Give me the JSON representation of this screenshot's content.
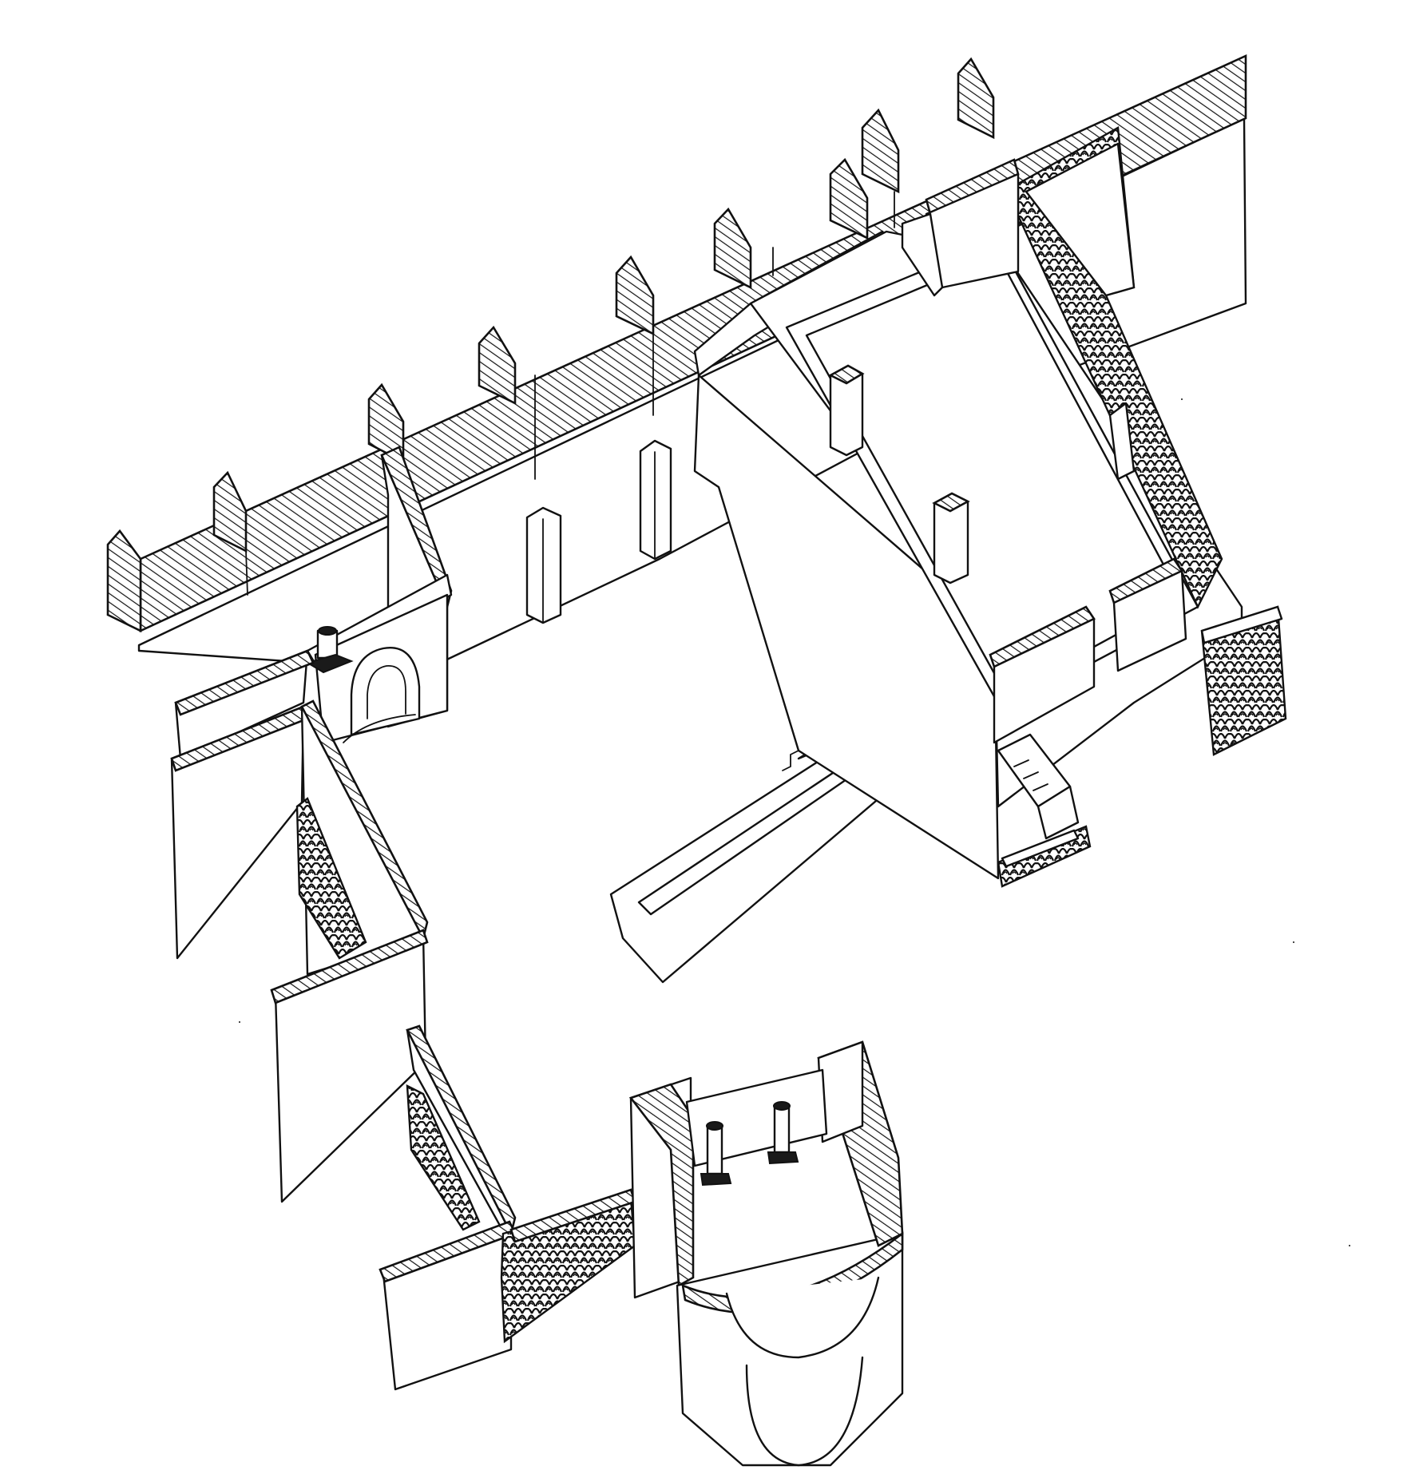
{
  "drawing": {
    "style": "line-drawing",
    "colors": {
      "ink": "#111111",
      "paper": "#ffffff"
    },
    "hatch_fill": "diagonal-hatch",
    "masonry_fill": "rubble-stone-pattern"
  }
}
